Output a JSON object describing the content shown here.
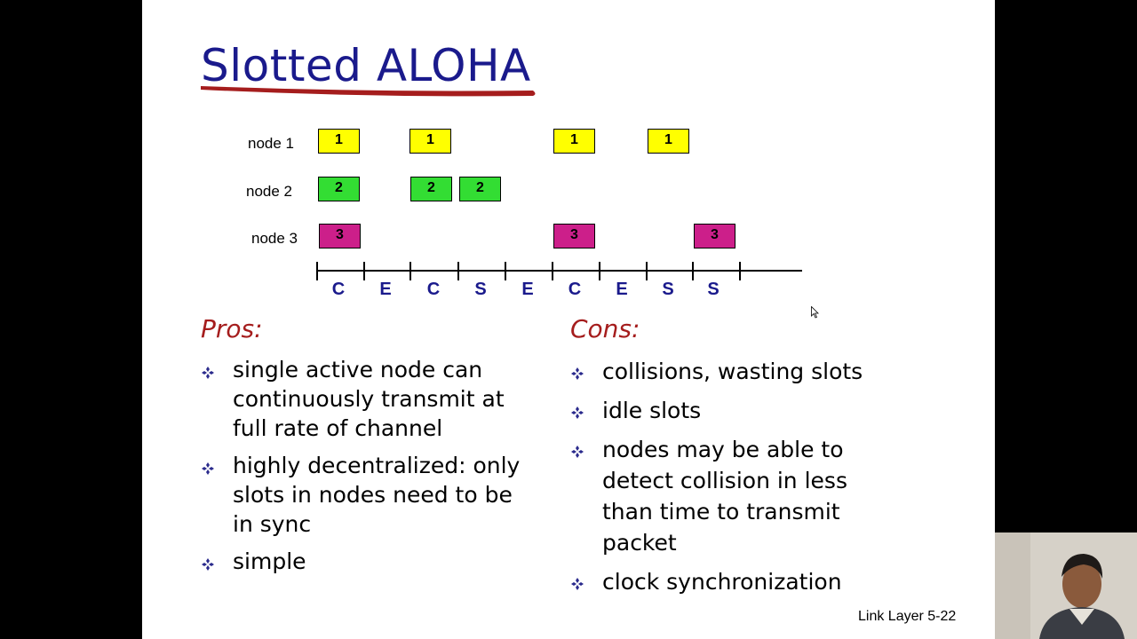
{
  "slide": {
    "title": "Slotted ALOHA",
    "nodes": [
      "node 1",
      "node 2",
      "node 3"
    ],
    "slot_labels": {
      "node1": "1",
      "node2": "2",
      "node3": "3"
    },
    "slot_results": [
      "C",
      "E",
      "C",
      "S",
      "E",
      "C",
      "E",
      "S",
      "S"
    ],
    "pros_heading": "Pros:",
    "pros": [
      "single active node can continuously transmit at full rate of channel",
      "highly decentralized: only slots in nodes need to be in sync",
      "simple"
    ],
    "cons_heading": "Cons:",
    "cons": [
      "collisions, wasting slots",
      "idle slots",
      "nodes may be able to detect collision in less than time to transmit packet",
      "clock synchronization"
    ],
    "footer": "Link Layer  5-22"
  },
  "colors": {
    "title": "#1a1a8c",
    "underline": "#a51d1d",
    "node1": "#ffff00",
    "node2": "#33dd33",
    "node3": "#cc1f8a",
    "heading": "#a51d1d",
    "bullet": "#2a2a8c"
  },
  "icons": {
    "bullet": "diamond-bullet-icon",
    "cursor": "mouse-pointer-icon"
  }
}
